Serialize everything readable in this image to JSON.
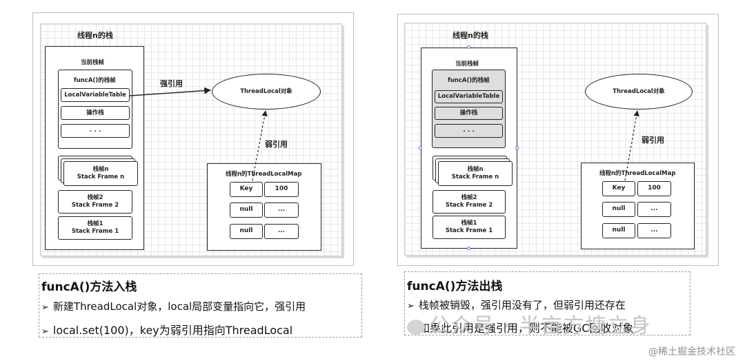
{
  "left": {
    "stack_title": "线程n的栈",
    "current_frame_label": "当前栈帧",
    "funcA_frame_label": "funcA()的栈帧",
    "local_var_table": "LocalVariableTable",
    "operand_stack": "操作栈",
    "ellipsis": ". . .",
    "frame_n": [
      "栈帧n",
      "Stack Frame n"
    ],
    "frame_2": [
      "栈帧2",
      "Stack Frame 2"
    ],
    "frame_1": [
      "栈帧1",
      "Stack Frame 1"
    ],
    "threadlocal": "ThreadLocal对象",
    "strong_ref": "强引用",
    "weak_ref": "弱引用",
    "map_title": "线程n的ThreadLocalMap",
    "map_rows": [
      [
        "Key",
        "100"
      ],
      [
        "null",
        "..."
      ],
      [
        "null",
        "..."
      ]
    ]
  },
  "right": {
    "stack_title": "线程n的栈",
    "current_frame_label": "当前栈帧",
    "funcA_frame_label": "funcA()的栈帧",
    "local_var_table": "LocalVariableTable",
    "operand_stack": "操作栈",
    "ellipsis": ". . .",
    "frame_n": [
      "栈帧n",
      "Stack Frame n"
    ],
    "frame_2": [
      "栈帧2",
      "Stack Frame 2"
    ],
    "frame_1": [
      "栈帧1",
      "Stack Frame 1"
    ],
    "threadlocal": "ThreadLocal对象",
    "weak_ref": "弱引用",
    "map_title": "线程n的ThreadLocalMap",
    "map_rows": [
      [
        "Key",
        "100"
      ],
      [
        "null",
        "..."
      ],
      [
        "null",
        "..."
      ]
    ]
  },
  "captions": {
    "left_title": "funcA()方法入栈",
    "left_lines": [
      "新建ThreadLocal对象，local局部变量指向它，强引用",
      "local.set(100)，key为弱引用指向ThreadLocal"
    ],
    "right_title": "funcA()方法出栈",
    "right_lines": [
      "栈帧被销毁，强引用没有了，但弱引用还存在",
      "如果此引用是强引用，则不能被GC回收对象"
    ]
  },
  "watermarks": {
    "wechat": "公众号 · 半亩方塘立身",
    "juejin": "@稀土掘金技术社区"
  },
  "colors": {
    "line": "#222222",
    "gray_frame": "#dedede",
    "grid": "#e6e6e6",
    "handle": "#3b82f6"
  }
}
